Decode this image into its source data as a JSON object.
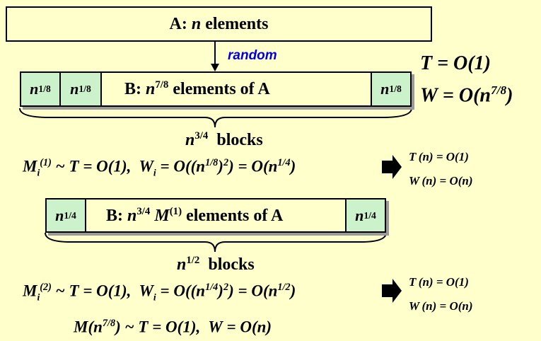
{
  "box_a": {
    "label": "A: n elements"
  },
  "arrow_label": "random",
  "top_complexity": {
    "t": "T = O(1)",
    "w": "W = O(n^(7/8))"
  },
  "level1": {
    "cell_left_1": "n^1/8",
    "cell_left_2": "n^1/8",
    "main_label": "B: n^7/8 elements of A",
    "cell_right": "n^1/8",
    "blocks": "n^3/4 blocks",
    "formula": "M_i^(1) ~ T = O(1), W_i = O((n^(1/8))^2) = O(n^(1/4))",
    "result_t": "T(n) = O(1)",
    "result_w": "W(n) = O(n)"
  },
  "level2": {
    "cell_left": "n^1/4",
    "main_label": "B: n^3/4 M(1) elements of A",
    "cell_right": "n^1/4",
    "blocks": "n^1/2 blocks",
    "formula": "M_i^(2) ~ T = O(1), W_i = O((n^(1/4))^2) = O(n^(1/2))",
    "result_t": "T(n) = O(1)",
    "result_w": "W(n) = O(n)"
  },
  "final_formula": "M(n^(7/8)) ~ T = O(1), W = O(n)",
  "colors": {
    "background": "#FFFFCC",
    "cell_fill": "#CCF2CC",
    "random_text": "#0000DD"
  },
  "icons": [
    "down-arrow-icon",
    "right-arrow-icon",
    "brace-icon"
  ]
}
